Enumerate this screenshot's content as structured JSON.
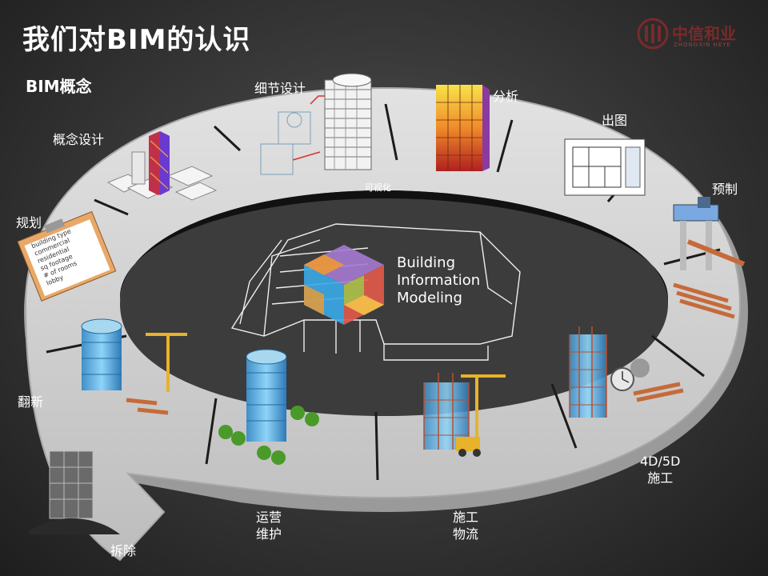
{
  "slide": {
    "title": "我们对BIM的认识",
    "subtitle": "BIM概念"
  },
  "logo": {
    "name": "中信和业",
    "tagline": "ZHONGXIN HEYE"
  },
  "center": {
    "line1": "Building",
    "line2": "Information",
    "line3": "Modeling"
  },
  "ring_label": "可视化",
  "stages": {
    "concept": "概念设计",
    "detail": "细节设计",
    "analysis": "分析",
    "drawing": "出图",
    "prefab": "预制",
    "construction4d": "4D/5D\n施工",
    "logistics": "施工\n物流",
    "operation": "运营\n维护",
    "demolition": "拆除",
    "renovation": "翻新",
    "planning": "规划"
  },
  "clipboard_lines": [
    "building type",
    "commercial",
    "residential",
    "sq footage",
    "# of rooms",
    "lobby"
  ],
  "colors": {
    "ring": "#d2d2d2",
    "ring_edge": "#a8a8a8",
    "ring_inner_shadow": "#111111",
    "cube_orange": "#f29a2e",
    "cube_purple": "#a47ad0",
    "cube_green": "#9cc74a",
    "cube_blue": "#3aa8e8",
    "cube_red": "#e25a4a",
    "glass_blue": "#6ec3f0",
    "crane_yellow": "#e8b22a",
    "timber": "#c66a3a"
  }
}
